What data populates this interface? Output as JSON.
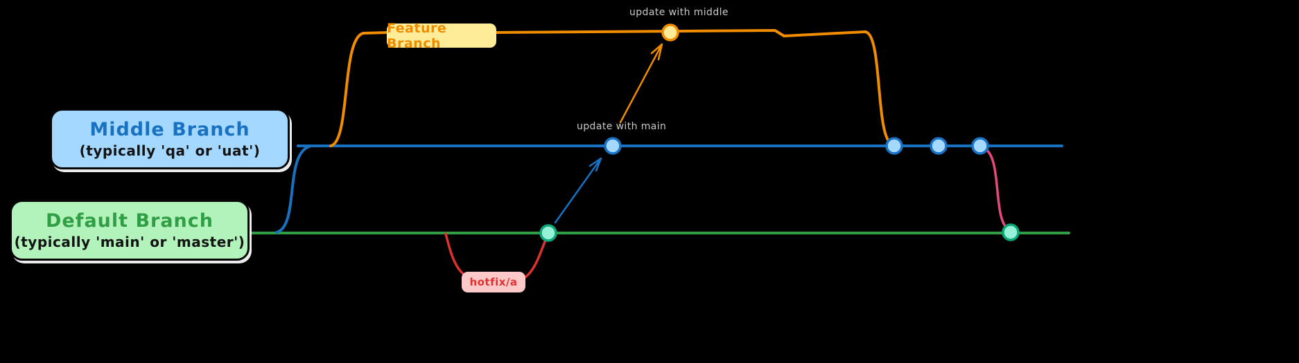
{
  "canvas": {
    "background": "#000000"
  },
  "colors": {
    "orange": "#f08c00",
    "orange_fill": "#ffec99",
    "blue": "#1971c2",
    "blue_fill": "#a5d8ff",
    "green": "#2f9e44",
    "green_commit_stroke": "#0ca678",
    "green_commit_fill": "#96f2d7",
    "red": "#e03131",
    "red_fill": "#ffc9c9",
    "pink": "#e64980",
    "annotation_text": "#c9c9c9"
  },
  "branches": {
    "feature": {
      "label": "Feature Branch"
    },
    "middle": {
      "title": "Middle Branch",
      "subtitle": "(typically 'qa' or 'uat')"
    },
    "default": {
      "title": "Default Branch",
      "subtitle": "(typically 'main' or 'master')"
    },
    "hotfix": {
      "label": "hotfix/a"
    }
  },
  "annotations": {
    "update_with_middle": "update with middle",
    "update_with_main": "update with main"
  }
}
